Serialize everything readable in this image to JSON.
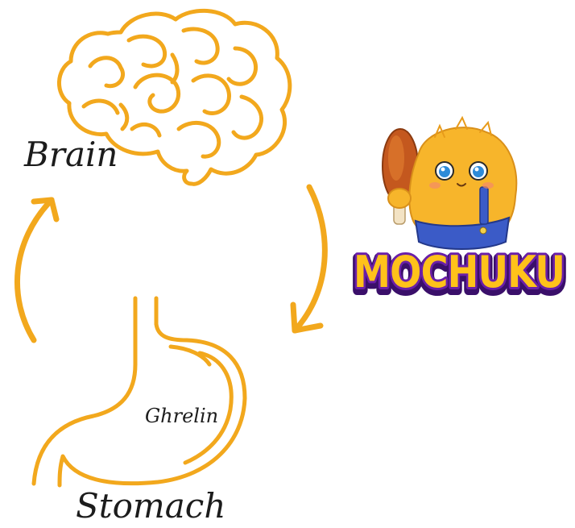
{
  "labels": {
    "brain": "Brain",
    "ghrelin": "Ghrelin",
    "stomach": "Stomach"
  },
  "logo": {
    "text": "MOCHUKU"
  },
  "colors": {
    "accent": "#F2A81D",
    "text": "#1C1C1C",
    "logo_fill": "#FFC21A",
    "logo_outline": "#6A1FA8",
    "mascot_body": "#F7B52B",
    "mascot_overalls": "#3B5BC7",
    "drumstick": "#C4581E"
  },
  "icons": {
    "brain": "brain-outline-icon",
    "stomach": "stomach-outline-icon",
    "arrow_down": "curved-arrow-down-icon",
    "arrow_up": "curved-arrow-up-icon",
    "mascot": "mochuku-mascot"
  }
}
